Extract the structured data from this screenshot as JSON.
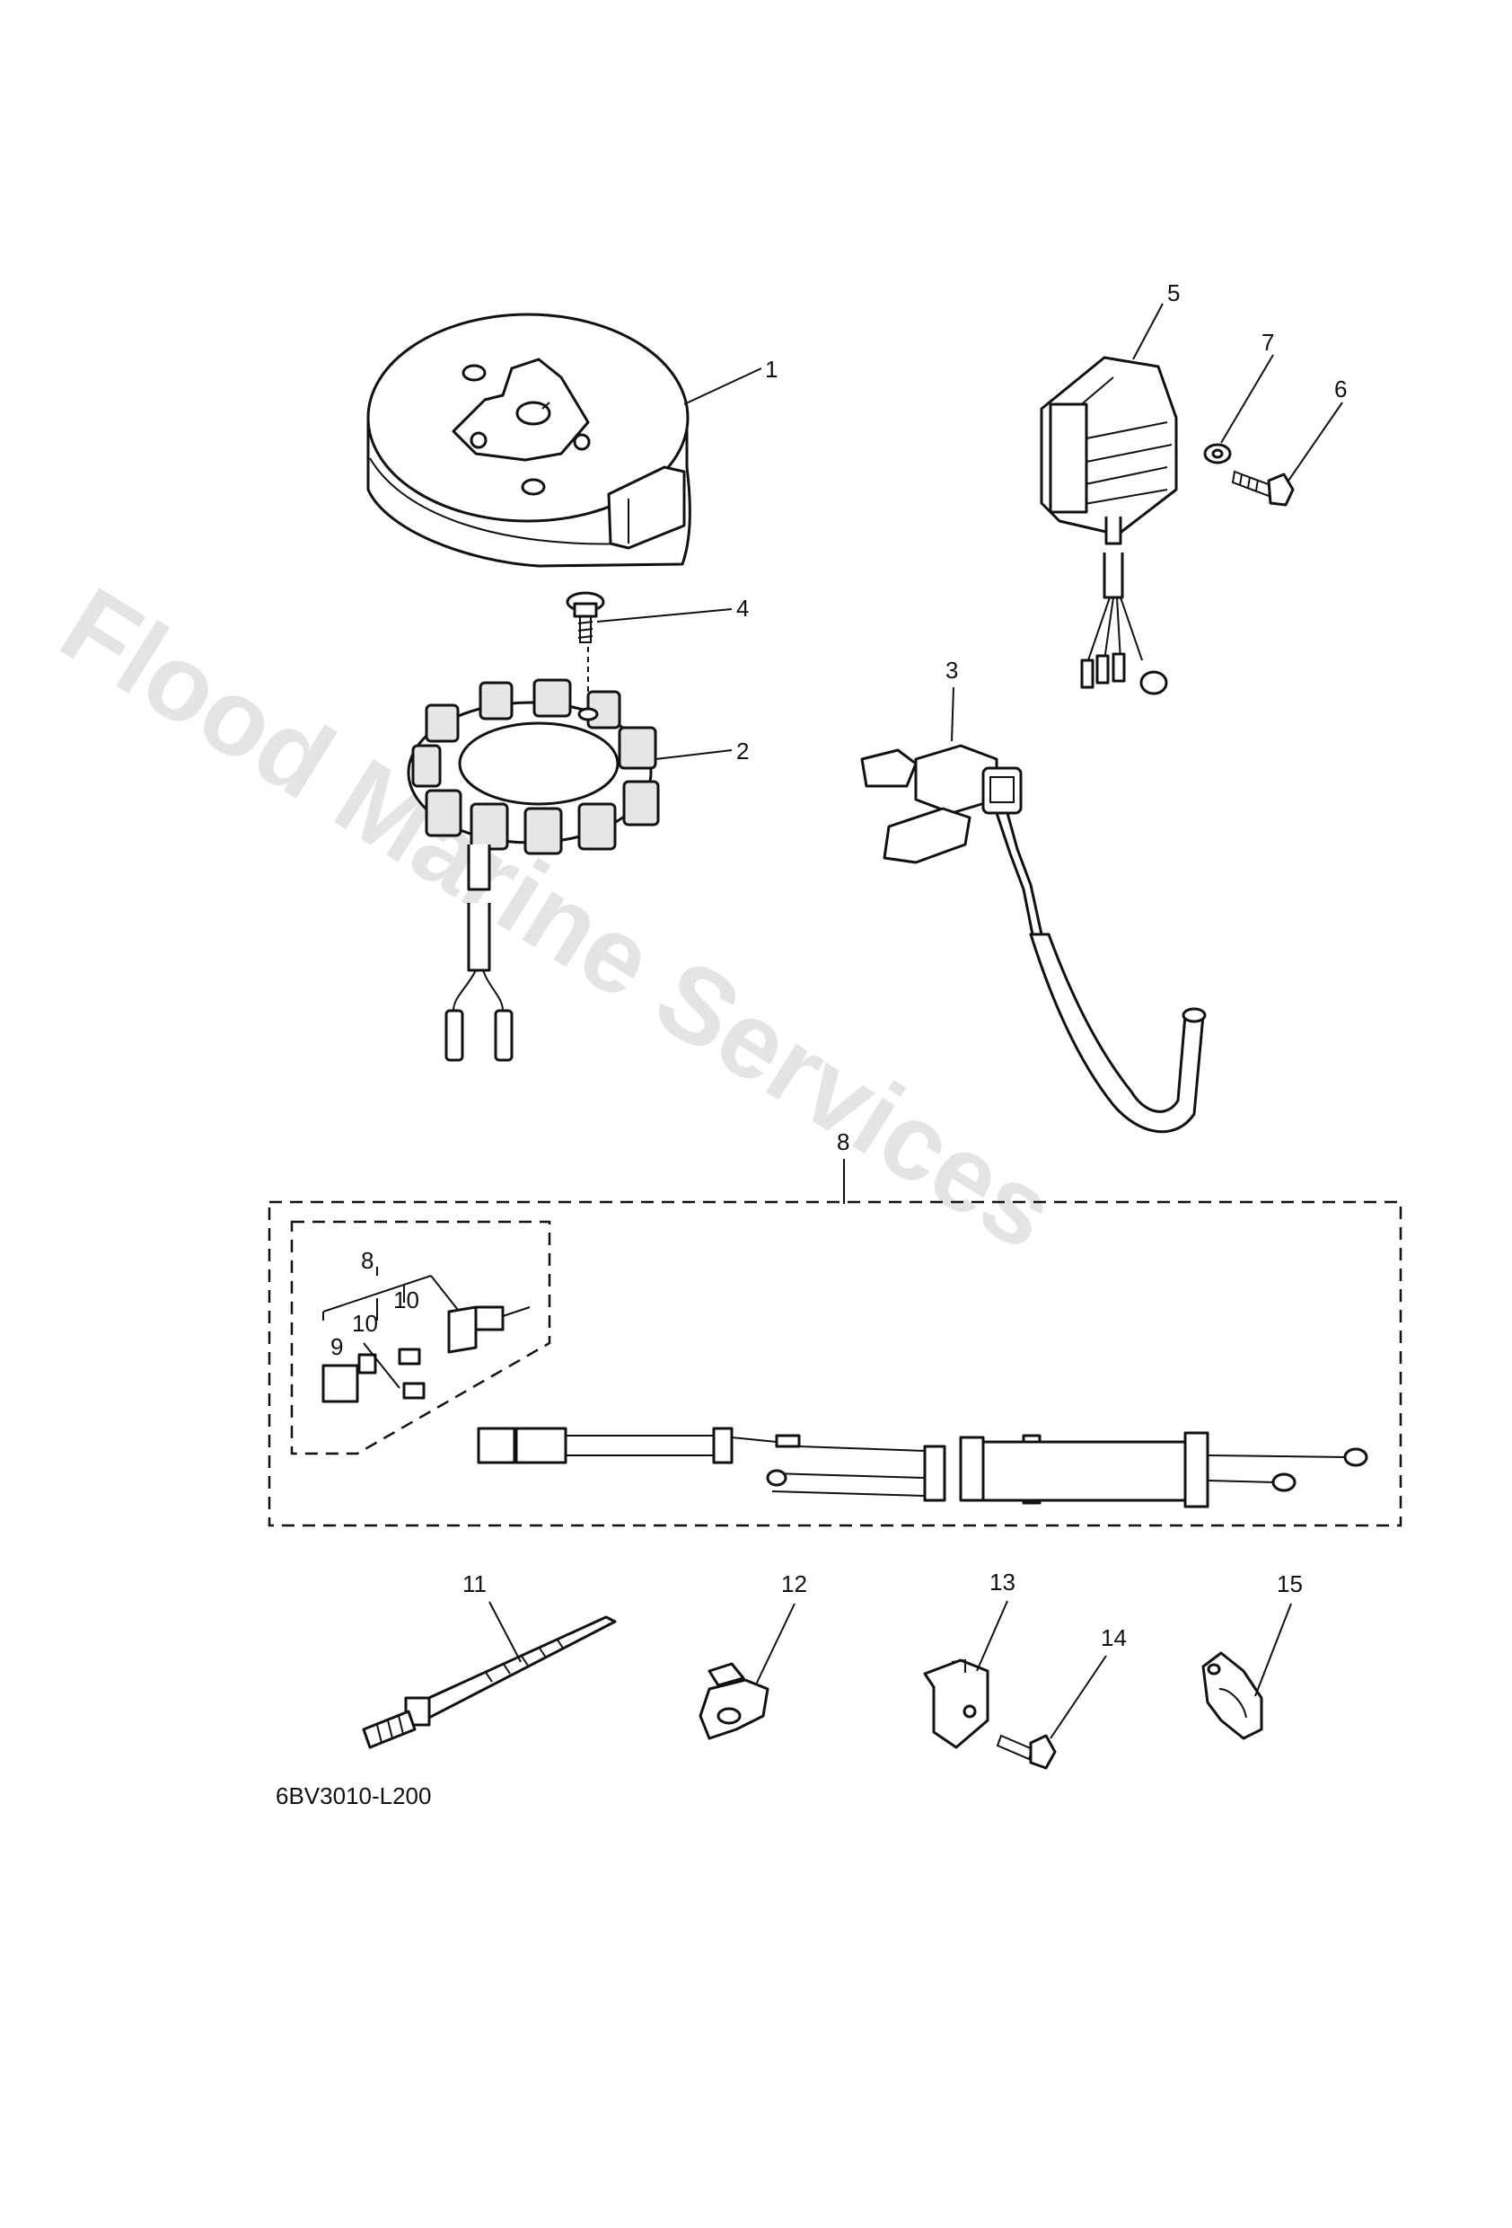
{
  "watermark": "Flood Marine Services",
  "diagram_code": "6BV3010-L200",
  "callouts": {
    "c1": "1",
    "c2": "2",
    "c3": "3",
    "c4": "4",
    "c5": "5",
    "c6": "6",
    "c7": "7",
    "c8": "8",
    "c8b": "8",
    "c9": "9",
    "c10a": "10",
    "c10b": "10",
    "c11": "11",
    "c12": "12",
    "c13": "13",
    "c14": "14",
    "c15": "15"
  }
}
